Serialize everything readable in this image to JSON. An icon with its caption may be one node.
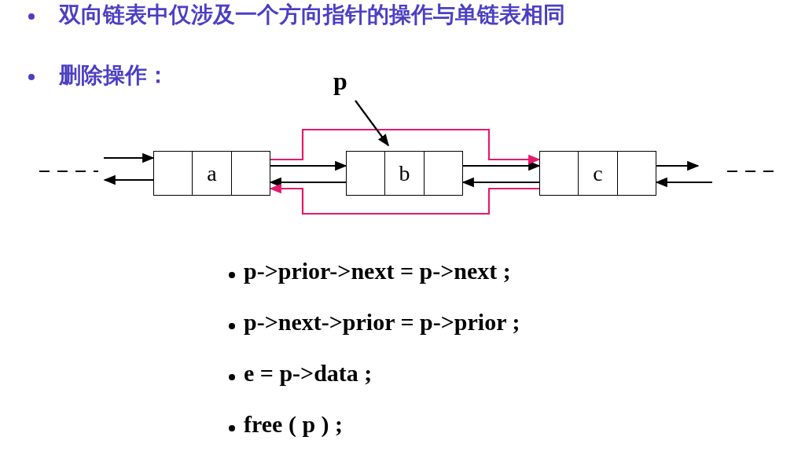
{
  "diagram": {
    "nodes": [
      {
        "text": [
          "p"
        ]
      },
      {
        "text": [
          "a"
        ]
      },
      {
        "text": [
          "b"
        ]
      },
      {
        "text": [
          "c"
        ]
      }
    ],
    "edges": [
      {
        "from": null,
        "to": 1,
        "arrow": "to"
      },
      {
        "from": 1,
        "to": null,
        "arrow": "to"
      },
      {
        "from": 1,
        "to": 2,
        "arrow": "to"
      },
      {
        "from": 2,
        "to": 1,
        "arrow": "to"
      },
      {
        "from": 2,
        "to": 3,
        "arrow": "to"
      },
      {
        "from": 3,
        "to": 2,
        "arrow": "to"
      },
      {
        "from": 1,
        "to": 3,
        "arrow": "to",
        "color": "#e8186d"
      },
      {
        "from": 3,
        "to": 1,
        "arrow": "to",
        "color": "#e8186d"
      },
      {
        "from": 0,
        "to": 2,
        "arrow": "to"
      },
      {
        "from": 3,
        "to": null,
        "arrow": "to"
      },
      {
        "from": null,
        "to": 3,
        "arrow": "to"
      }
    ],
    "labels": [
      "双向链表中仅涉及一个方向指针的操作与单链表相同",
      "删除操作：",
      "p->prior->next = p->next ;",
      "p->next->prior = p->prior ;",
      "e = p->data ;",
      "free ( p ) ;"
    ]
  }
}
